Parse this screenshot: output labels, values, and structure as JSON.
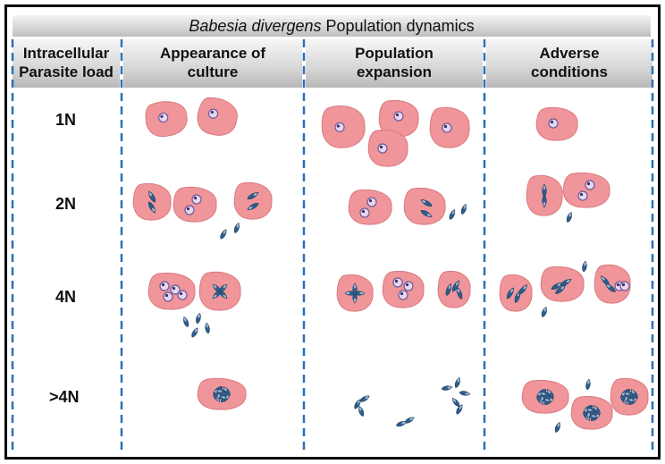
{
  "title": {
    "italic": "Babesia divergens",
    "rest": " Population dynamics"
  },
  "columns": [
    "Intracellular\nParasite load",
    "Appearance of\nculture",
    "Population\nexpansion",
    "Adverse\nconditions"
  ],
  "rows": [
    "1N",
    "2N",
    "4N",
    ">4N"
  ],
  "colors": {
    "cell": "#f0959a",
    "cell_stroke": "#d97a80",
    "parasite": "#2d5d8c",
    "merozoite": "#9fb6d0",
    "divider": "#2a70b8",
    "header": "#cfcfcf"
  }
}
